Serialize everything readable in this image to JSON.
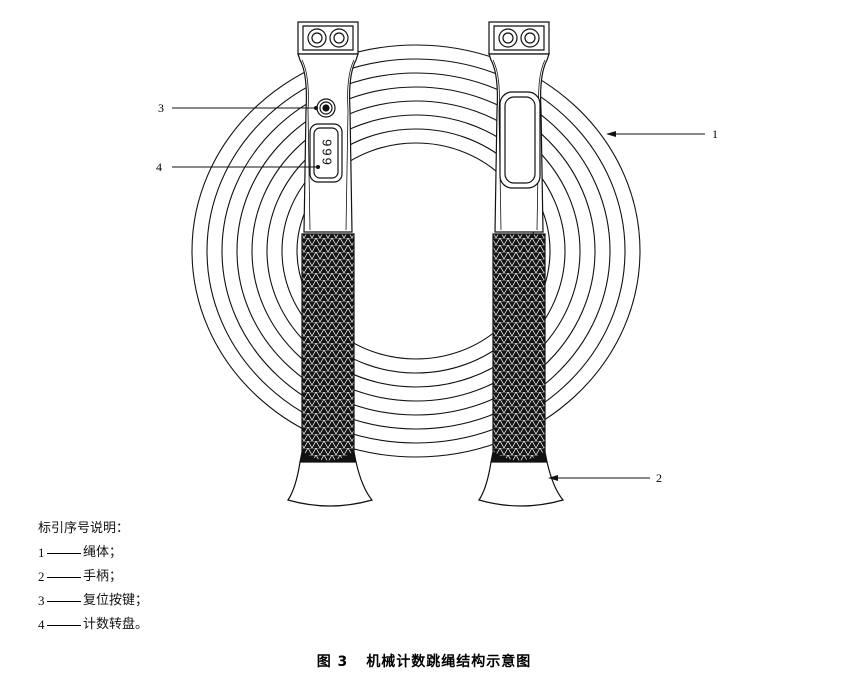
{
  "figure": {
    "callouts": {
      "c1": "1",
      "c2": "2",
      "c3": "3",
      "c4": "4"
    },
    "counter_digits": "999"
  },
  "legend": {
    "title": "标引序号说明：",
    "items": [
      {
        "num": "1",
        "text": "绳体；"
      },
      {
        "num": "2",
        "text": "手柄；"
      },
      {
        "num": "3",
        "text": "复位按键；"
      },
      {
        "num": "4",
        "text": "计数转盘。"
      }
    ]
  },
  "caption": {
    "label": "图 3",
    "title": "机械计数跳绳结构示意图"
  }
}
